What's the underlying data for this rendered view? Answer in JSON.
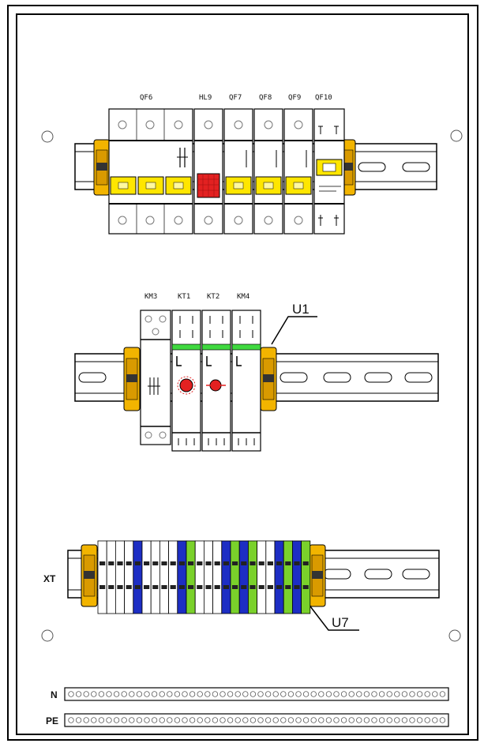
{
  "row1": {
    "labels": [
      "QF6",
      "HL9",
      "QF7",
      "QF8",
      "QF9",
      "QF10"
    ]
  },
  "row2": {
    "labels": [
      "KM3",
      "KT1",
      "KT2",
      "KM4"
    ],
    "callout": "U1"
  },
  "row3": {
    "label": "XT",
    "callout": "U7"
  },
  "busbars": {
    "n_label": "N",
    "pe_label": "PE"
  },
  "colors": {
    "din_rail_clip": "#f2b400",
    "toggle": "#ffe600",
    "indicator_lamp": "#e32121",
    "neutral_terminal": "#1d2ec4",
    "earth_terminal": "#7ad12b",
    "status_strip": "#3fd93f",
    "outline": "#000000"
  }
}
